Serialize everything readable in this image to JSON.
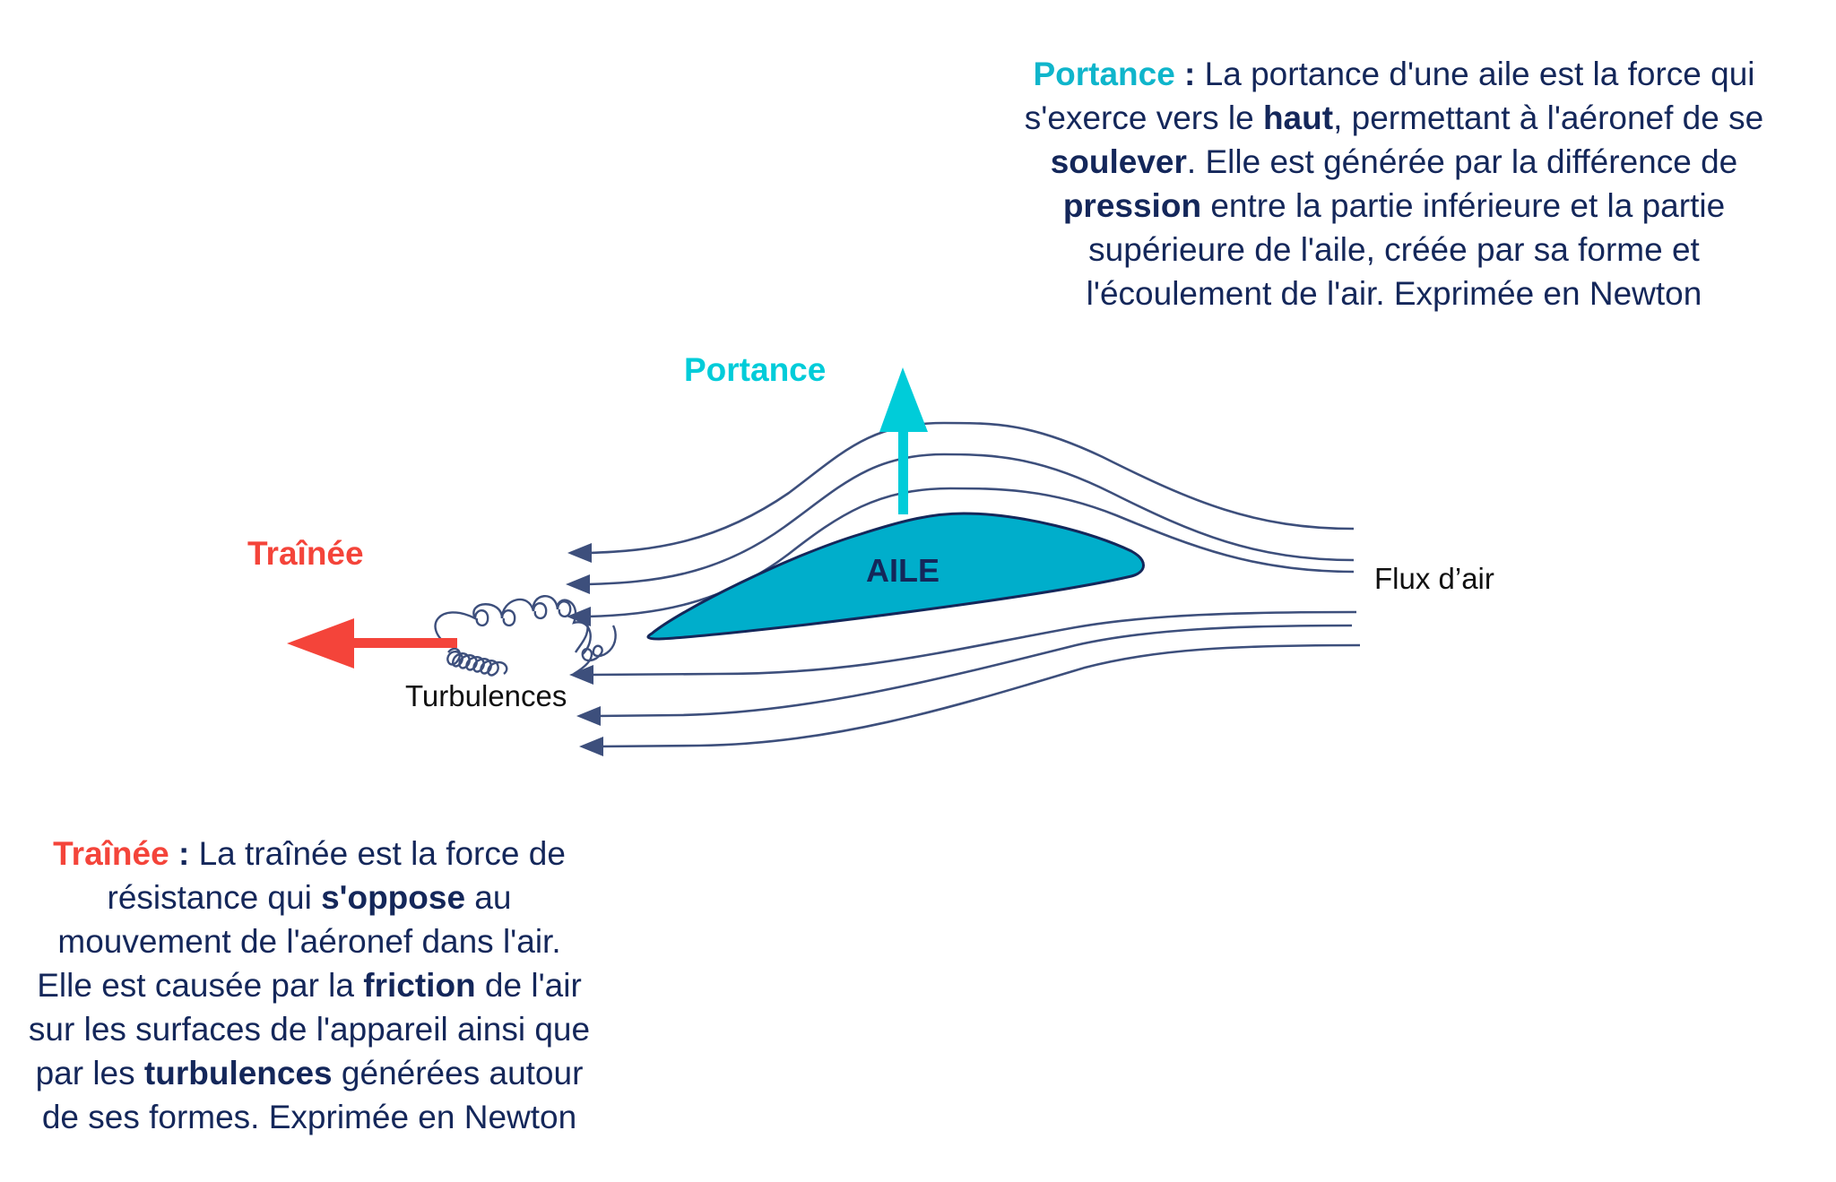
{
  "colors": {
    "text_navy": "#14275A",
    "portance_cyan": "#0FB5CB",
    "lift_arrow_cyan": "#00CCD9",
    "trainee_red": "#F4443A",
    "wing_fill": "#00AECB",
    "wing_outline": "#14275A",
    "streamline": "#3D4F7C",
    "label_black": "#111111"
  },
  "portance_description": {
    "term": "Portance",
    "separator": " : ",
    "lines": [
      [
        {
          "t": "La portance d'une aile est la force qui",
          "b": false
        }
      ],
      [
        {
          "t": "s'exerce vers le ",
          "b": false
        },
        {
          "t": "haut",
          "b": true
        },
        {
          "t": ", permettant à l'aéronef de se",
          "b": false
        }
      ],
      [
        {
          "t": "soulever",
          "b": true
        },
        {
          "t": ". Elle est générée par la différence de",
          "b": false
        }
      ],
      [
        {
          "t": "pression",
          "b": true
        },
        {
          "t": " entre la partie inférieure et la partie",
          "b": false
        }
      ],
      [
        {
          "t": "supérieure de l'aile, créée par sa forme et",
          "b": false
        }
      ],
      [
        {
          "t": "l'écoulement de l'air. Exprimée en Newton",
          "b": false
        }
      ]
    ]
  },
  "trainee_description": {
    "term": "Traînée",
    "separator": " : ",
    "lines": [
      [
        {
          "t": "La traînée est la force de",
          "b": false
        }
      ],
      [
        {
          "t": "résistance qui ",
          "b": false
        },
        {
          "t": "s'oppose",
          "b": true
        },
        {
          "t": " au",
          "b": false
        }
      ],
      [
        {
          "t": "mouvement de l'aéronef dans l'air.",
          "b": false
        }
      ],
      [
        {
          "t": "Elle est causée par la ",
          "b": false
        },
        {
          "t": "friction",
          "b": true
        },
        {
          "t": " de l'air",
          "b": false
        }
      ],
      [
        {
          "t": "sur les surfaces de l'appareil ainsi que",
          "b": false
        }
      ],
      [
        {
          "t": "par les ",
          "b": false
        },
        {
          "t": "turbulences",
          "b": true
        },
        {
          "t": " générées autour",
          "b": false
        }
      ],
      [
        {
          "t": "de ses formes. Exprimée en Newton",
          "b": false
        }
      ]
    ]
  },
  "diagram": {
    "lift_label": "Portance",
    "drag_label": "Traînée",
    "wing_label": "AILE",
    "airflow_label": "Flux d’air",
    "turbulence_label": "Turbulences",
    "lift_arrow_icon": "arrow-up-icon",
    "drag_arrow_icon": "arrow-left-icon",
    "streamline_count": 6
  }
}
